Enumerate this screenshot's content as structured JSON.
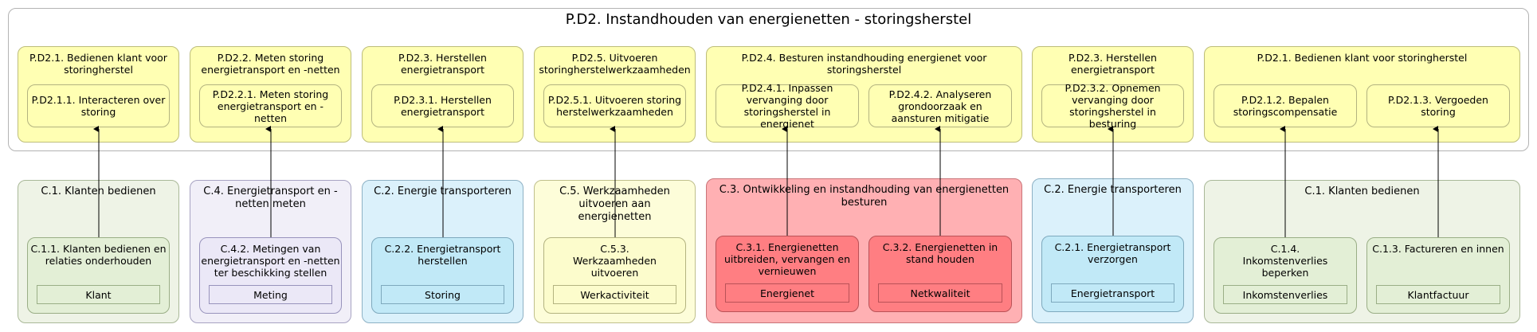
{
  "diagram": {
    "title": "P.D2. Instandhouden van energienetten - storingsherstel",
    "processes": [
      {
        "label": "P.D2.1. Bedienen klant voor storingherstel",
        "children": [
          "P.D2.1.1. Interacteren over storing"
        ]
      },
      {
        "label": "P.D2.2. Meten storing energietransport en -netten",
        "children": [
          "P.D2.2.1. Meten storing energietransport en -netten"
        ]
      },
      {
        "label": "P.D2.3. Herstellen energietransport",
        "children": [
          "P.D2.3.1. Herstellen energietransport"
        ]
      },
      {
        "label": "P.D2.5. Uitvoeren storingherstelwerkzaamheden",
        "children": [
          "P.D2.5.1. Uitvoeren storingherstelwerkzaamheden"
        ]
      },
      {
        "label": "P.D2.4. Besturen instandhouding energienet voor storingsherstel",
        "children": [
          "P.D2.4.1. Inpassen vervanging door storingsherstel in energienet",
          "P.D2.4.2. Analyseren grondoorzaak en aansturen mitigatie"
        ]
      },
      {
        "label": "P.D2.3. Herstellen energietransport",
        "children": [
          "P.D2.3.2. Opnemen vervanging door storingsherstel in besturing"
        ]
      },
      {
        "label": "P.D2.1. Bedienen klant voor storingherstel",
        "children": [
          "P.D2.1.2. Bepalen storingscompensatie",
          "P.D2.1.3. Vergoeden storing"
        ]
      }
    ],
    "capabilities": [
      {
        "label": "C.1. Klanten bedienen",
        "children": [
          {
            "label": "C.1.1. Klanten bedienen en relaties onderhouden",
            "object": "Klant"
          }
        ]
      },
      {
        "label": "C.4. Energietransport en -netten meten",
        "children": [
          {
            "label": "C.4.2. Metingen van energietransport en -netten ter beschikking stellen",
            "object": "Meting"
          }
        ]
      },
      {
        "label": "C.2. Energie transporteren",
        "children": [
          {
            "label": "C.2.2. Energietransport herstellen",
            "object": "Storing"
          }
        ]
      },
      {
        "label": "C.5. Werkzaamheden uitvoeren aan energienetten",
        "children": [
          {
            "label": "C.5.3. Werkzaamheden uitvoeren",
            "object": "Werkactiviteit"
          }
        ]
      },
      {
        "label": "C.3. Ontwikkeling en instandhouding van energienetten besturen",
        "children": [
          {
            "label": "C.3.1. Energienetten uitbreiden, vervangen en vernieuwen",
            "object": "Energienet"
          },
          {
            "label": "C.3.2. Energienetten in stand houden",
            "object": "Netkwaliteit"
          }
        ]
      },
      {
        "label": "C.2. Energie transporteren",
        "children": [
          {
            "label": "C.2.1. Energietransport verzorgen",
            "object": "Energietransport"
          }
        ]
      },
      {
        "label": "C.1. Klanten bedienen",
        "children": [
          {
            "label": "C.1.4. Inkomstenverlies beperken",
            "object": "Inkomstenverlies"
          },
          {
            "label": "C.1.3. Factureren en innen",
            "object": "Klantfactuur"
          }
        ]
      }
    ]
  }
}
